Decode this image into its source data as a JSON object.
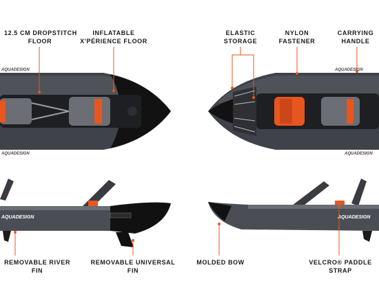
{
  "brand": "AQUADESIGN",
  "colors": {
    "hull": "#4a4d54",
    "hull_dark": "#2b2d33",
    "accent": "#e8561f",
    "bow": "#111111",
    "leader": "#e8561f"
  },
  "labels": {
    "dropstitch": {
      "line1": "12.5 CM DROPSTITCH",
      "line2": "FLOOR"
    },
    "inflatable_floor": {
      "line1": "INFLATABLE",
      "line2": "X'PÉRIENCE FLOOR"
    },
    "elastic_storage": {
      "line1": "ELASTIC",
      "line2": "STORAGE"
    },
    "nylon_fastener": {
      "line1": "NYLON",
      "line2": "FASTENER"
    },
    "carrying_handle": {
      "line1": "CARRYING",
      "line2": "HANDLE"
    },
    "river_fin": {
      "line1": "REMOVABLE RIVER",
      "line2": "FIN"
    },
    "universal_fin": {
      "line1": "REMOVABLE UNIVERSAL",
      "line2": "FIN"
    },
    "molded_bow": {
      "line1": "MOLDED BOW"
    },
    "velcro_strap": {
      "line1": "VELCRO® PADDLE",
      "line2": "STRAP"
    }
  }
}
